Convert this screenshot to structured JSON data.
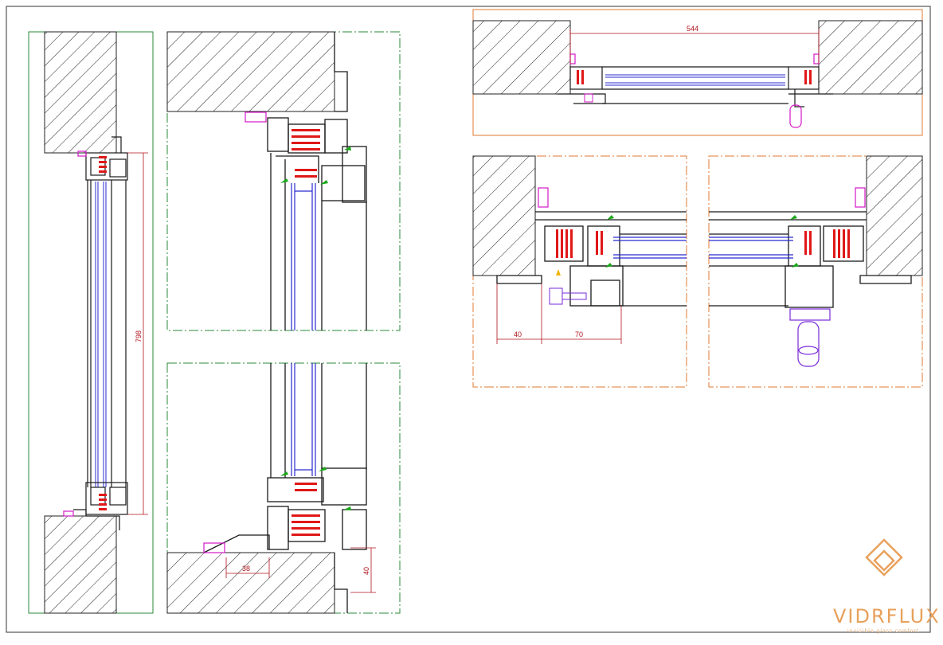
{
  "dimensions": {
    "vertical_height": "798",
    "top_width": "544",
    "sill_depth": "38",
    "sill_height": "40",
    "jamb_left": "40",
    "jamb_right": "70"
  },
  "brand": {
    "name": "VIDRFLUX",
    "tagline": "invisible glass comfort"
  },
  "colors": {
    "frame": "#1a1a1a",
    "glass": "#2a2ad0",
    "gasket": "#e01818",
    "seal": "#18a818",
    "sill_block": "#d418c8",
    "dimension": "#b0141e",
    "border_green": "#2a8a3a",
    "border_orange": "#e07a30",
    "brand": "#e8a15c"
  }
}
